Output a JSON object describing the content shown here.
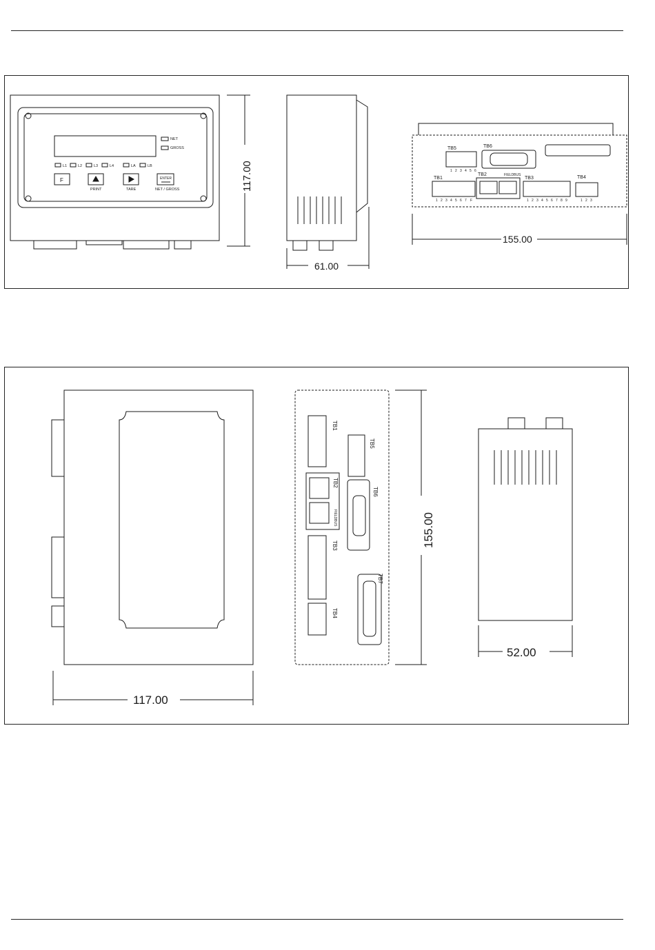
{
  "panel1": {
    "front": {
      "buttons": [
        "F",
        "PRINT",
        "TARE",
        "NET / GROSS"
      ],
      "enter_label": "ENTER",
      "indicators": [
        "NET",
        "GROSS"
      ],
      "leds": [
        "L1",
        "L2",
        "L3",
        "L4",
        "LA",
        "LB"
      ],
      "height_dim": "117.00"
    },
    "side": {
      "depth_dim": "61.00"
    },
    "rear": {
      "tb5": "TB5",
      "tb5_pins": [
        "1",
        "2",
        "3",
        "4",
        "5",
        "6"
      ],
      "tb6": "TB6",
      "tb1": "TB1",
      "tb1_pins": [
        "1",
        "2",
        "3",
        "4",
        "5",
        "6",
        "7",
        "F"
      ],
      "tb2": "TB2",
      "fieldbus": "FIELDBUS",
      "tb3": "TB3",
      "tb3_pins": [
        "1",
        "2",
        "3",
        "4",
        "5",
        "6",
        "7",
        "8",
        "9"
      ],
      "tb4": "TB4",
      "tb4_pins": [
        "1",
        "2",
        "3"
      ],
      "width_dim": "155.00"
    }
  },
  "panel2": {
    "back": {
      "width_dim": "117.00"
    },
    "top": {
      "tb1": "TB1",
      "tb5": "TB5",
      "tb2": "TB2",
      "fieldbus": "FIELDBUS",
      "tb6": "TB6",
      "tb3": "TB3",
      "tb7": "TB7",
      "tb4": "TB4",
      "length_dim": "155.00"
    },
    "side": {
      "depth_dim": "52.00"
    }
  }
}
